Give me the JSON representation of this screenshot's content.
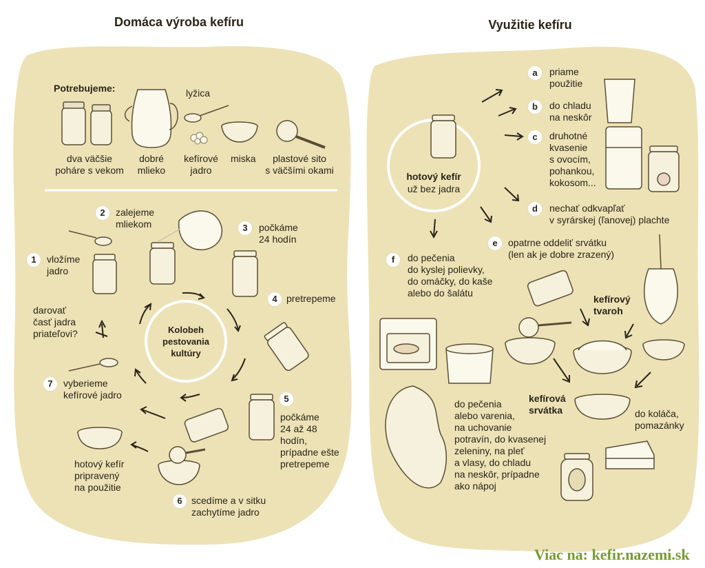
{
  "left": {
    "title": "Domáca výroba kefíru",
    "needs_label": "Potrebujeme:",
    "items": [
      {
        "label": "dva väčšie\npoháre s vekom"
      },
      {
        "label": "dobré\nmlieko"
      },
      {
        "label": "lyžica"
      },
      {
        "label": "kefírové\njadro"
      },
      {
        "label": "miska"
      },
      {
        "label": "plastové sito\ns väčšími okami"
      }
    ],
    "cycle_center": "Kolobeh\npestovania\nkultúry",
    "steps": [
      {
        "num": "1",
        "text": "vložíme\njadro"
      },
      {
        "num": "2",
        "text": "zalejeme\nmliekom"
      },
      {
        "num": "3",
        "text": "počkáme\n24 hodín"
      },
      {
        "num": "4",
        "text": "pretrepeme"
      },
      {
        "num": "5",
        "text": "počkáme\n24 až 48\nhodín,\nprípadne ešte\npretrepeme"
      },
      {
        "num": "6",
        "text": "scedíme a v sitku\nzachytíme jadro"
      },
      {
        "num": "7",
        "text": "vyberieme\nkefírové jadro"
      }
    ],
    "share_text": "darovať\nčasť jadra\npriateľovi?",
    "ready_text": "hotový kefír\npripravený\nna použitie"
  },
  "right": {
    "title": "Využitie kefíru",
    "center_bold": "hotový kefír",
    "center_sub": "už bez jadra",
    "uses": [
      {
        "letter": "a",
        "text": "priame\npoužitie"
      },
      {
        "letter": "b",
        "text": "do chladu\nna neskôr"
      },
      {
        "letter": "c",
        "text": "druhotné\nkvasenie\ns ovocím,\npohankou,\nkokosom..."
      },
      {
        "letter": "d",
        "text": "nechať odkvapľať\nv syrárskej (ľanovej) plachte"
      },
      {
        "letter": "e",
        "text": "opatrne oddeliť srvátku\n(len ak je dobre zrazený)"
      },
      {
        "letter": "f",
        "text": "do pečenia\ndo kyslej polievky,\ndo omáčky, do kaše\nalebo do šalátu"
      }
    ],
    "tvaroh_label": "kefírový\ntvaroh",
    "srvatka_label": "kefírová\nsrvátka",
    "srvatka_use": "do pečenia\nalebo varenia,\nna uchovanie\npotravín, do kvasenej\nzeleniny, na pleť\na vlasy, do chladu\nna neskôr, prípadne\nako nápoj",
    "tvaroh_use": "do koláča,\npomazánky"
  },
  "footer": "Viac na: kefir.nazemi.sk",
  "colors": {
    "blob": "#ece2b6",
    "stroke": "#5a4d34",
    "footer": "#7a9a34"
  }
}
